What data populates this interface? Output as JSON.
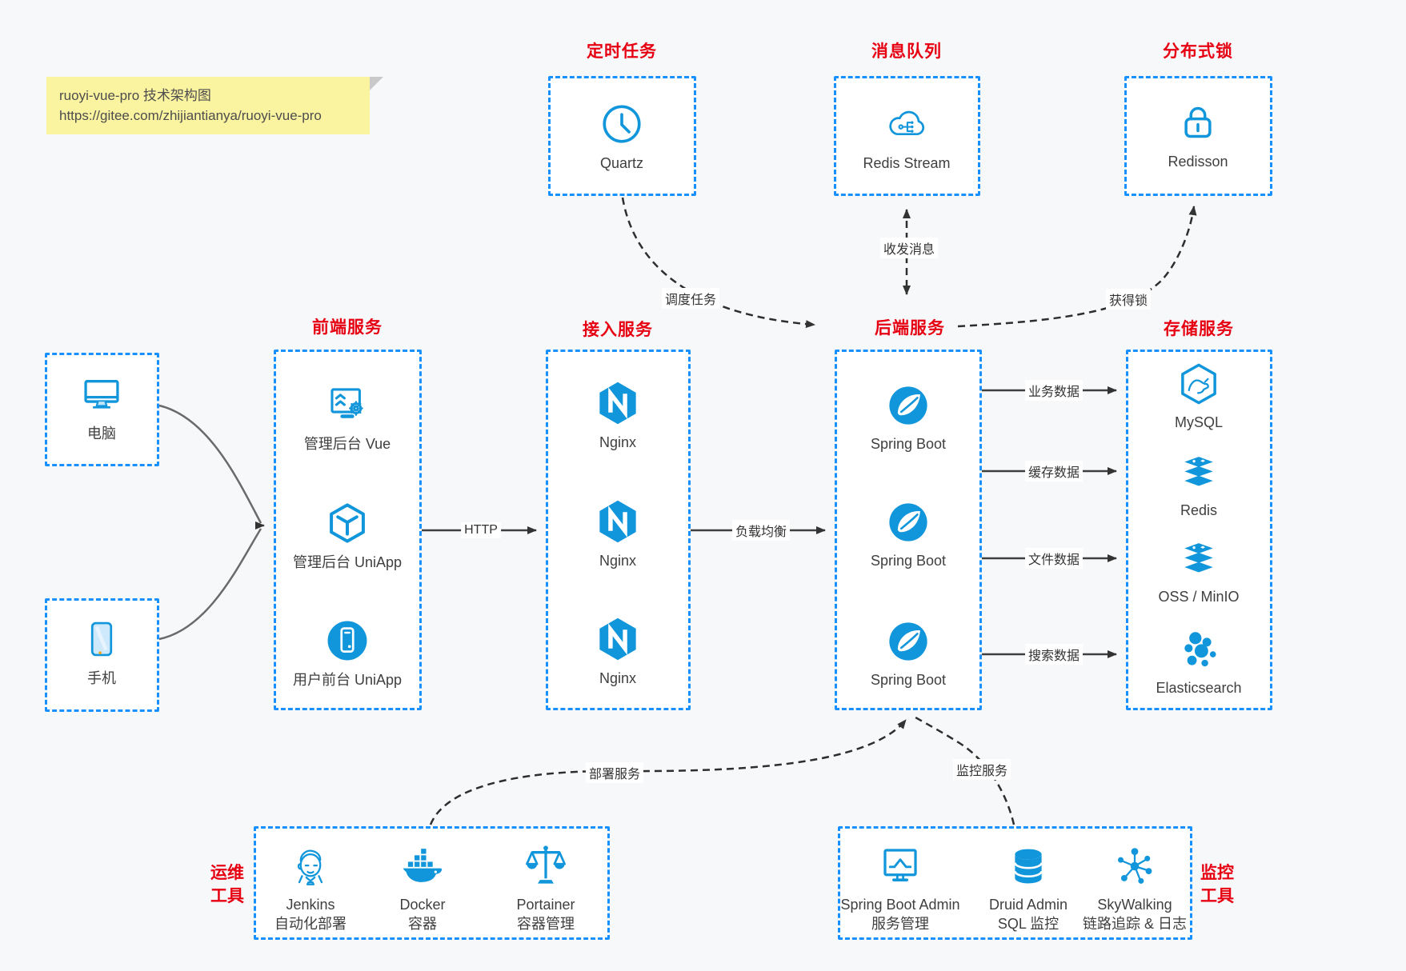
{
  "note": {
    "title": "ruoyi-vue-pro 技术架构图",
    "url": "https://gitee.com/zhijiantianya/ruoyi-vue-pro"
  },
  "colors": {
    "border_blue": "#1890ff",
    "icon_blue": "#1296db",
    "title_red": "#e60012",
    "note_yellow": "#faf3a0",
    "arrow_dark": "#3b3b3b"
  },
  "top_groups": [
    {
      "title": "定时任务",
      "item": {
        "label": "Quartz",
        "icon": "clock-icon"
      }
    },
    {
      "title": "消息队列",
      "item": {
        "label": "Redis Stream",
        "icon": "cloud-stream-icon"
      }
    },
    {
      "title": "分布式锁",
      "item": {
        "label": "Redisson",
        "icon": "lock-icon"
      }
    }
  ],
  "clients": [
    {
      "label": "电脑",
      "icon": "desktop-icon"
    },
    {
      "label": "手机",
      "icon": "smartphone-icon"
    }
  ],
  "service_columns": [
    {
      "title": "前端服务",
      "items": [
        {
          "label": "管理后台 Vue",
          "icon": "admin-vue-icon"
        },
        {
          "label": "管理后台 UniApp",
          "icon": "uniapp-cube-icon"
        },
        {
          "label": "用户前台 UniApp",
          "icon": "user-app-icon"
        }
      ]
    },
    {
      "title": "接入服务",
      "items": [
        {
          "label": "Nginx",
          "icon": "nginx-icon"
        },
        {
          "label": "Nginx",
          "icon": "nginx-icon"
        },
        {
          "label": "Nginx",
          "icon": "nginx-icon"
        }
      ]
    },
    {
      "title": "后端服务",
      "items": [
        {
          "label": "Spring Boot",
          "icon": "spring-icon"
        },
        {
          "label": "Spring Boot",
          "icon": "spring-icon"
        },
        {
          "label": "Spring Boot",
          "icon": "spring-icon"
        }
      ]
    },
    {
      "title": "存储服务",
      "items": [
        {
          "label": "MySQL",
          "icon": "mysql-icon"
        },
        {
          "label": "Redis",
          "icon": "redis-stack-icon"
        },
        {
          "label": "OSS / MinIO",
          "icon": "redis-stack-icon"
        },
        {
          "label": "Elasticsearch",
          "icon": "elasticsearch-icon"
        }
      ]
    }
  ],
  "tool_groups": [
    {
      "side_label": {
        "line1": "运维",
        "line2": "工具"
      },
      "items": [
        {
          "name": "Jenkins",
          "desc": "自动化部署",
          "icon": "jenkins-icon"
        },
        {
          "name": "Docker",
          "desc": "容器",
          "icon": "docker-icon"
        },
        {
          "name": "Portainer",
          "desc": "容器管理",
          "icon": "portainer-icon"
        }
      ]
    },
    {
      "side_label": {
        "line1": "监控",
        "line2": "工具"
      },
      "items": [
        {
          "name": "Spring Boot Admin",
          "desc": "服务管理",
          "icon": "monitor-chart-icon"
        },
        {
          "name": "Druid Admin",
          "desc": "SQL 监控",
          "icon": "database-icon"
        },
        {
          "name": "SkyWalking",
          "desc": "链路追踪 & 日志",
          "icon": "topology-icon"
        }
      ]
    }
  ],
  "edge_labels": {
    "http": "HTTP",
    "load_balance": "负载均衡",
    "schedule": "调度任务",
    "message": "收发消息",
    "lock": "获得锁",
    "business_data": "业务数据",
    "cache_data": "缓存数据",
    "file_data": "文件数据",
    "search_data": "搜索数据",
    "deploy": "部署服务",
    "monitor": "监控服务"
  }
}
